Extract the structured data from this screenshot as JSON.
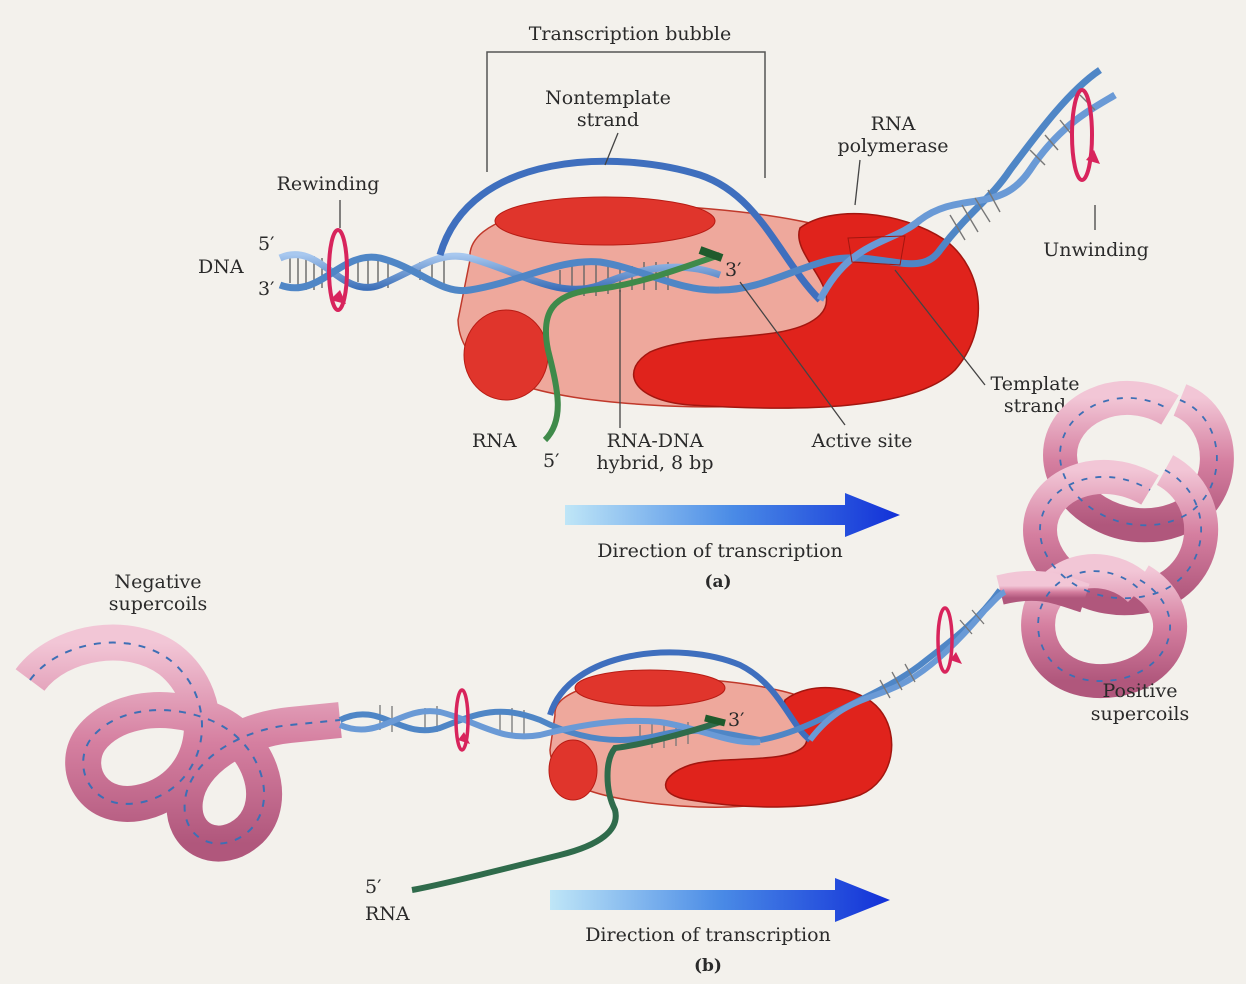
{
  "panel_a": {
    "transcription_bubble": "Transcription bubble",
    "nontemplate_strand": [
      "Nontemplate",
      "strand"
    ],
    "rna_polymerase": [
      "RNA",
      "polymerase"
    ],
    "rewinding": "Rewinding",
    "unwinding": "Unwinding",
    "dna": "DNA",
    "five_prime_dna": "5′",
    "three_prime_dna": "3′",
    "three_prime_rna": "3′",
    "template_strand": [
      "Template",
      "strand"
    ],
    "rna": "RNA",
    "five_prime_rna": "5′",
    "rna_dna_hybrid": [
      "RNA-DNA",
      "hybrid, 8 bp"
    ],
    "active_site": "Active site",
    "direction": "Direction of transcription",
    "panel_label": "(a)"
  },
  "panel_b": {
    "negative_supercoils": [
      "Negative",
      "supercoils"
    ],
    "positive_supercoils": [
      "Positive",
      "supercoils"
    ],
    "three_prime_rna": "3′",
    "five_prime_rna": "5′",
    "rna": "RNA",
    "direction": "Direction of transcription",
    "panel_label": "(b)"
  },
  "colors": {
    "background": "#f3f1ec",
    "polymerase_light": "#eea89c",
    "polymerase_dark": "#e0231c",
    "dna_blue": "#4f86c6",
    "rna_green": "#3f8a4a",
    "supercoil_pink": "#d98aa8",
    "arrow_blue": "#1d3fd8"
  }
}
